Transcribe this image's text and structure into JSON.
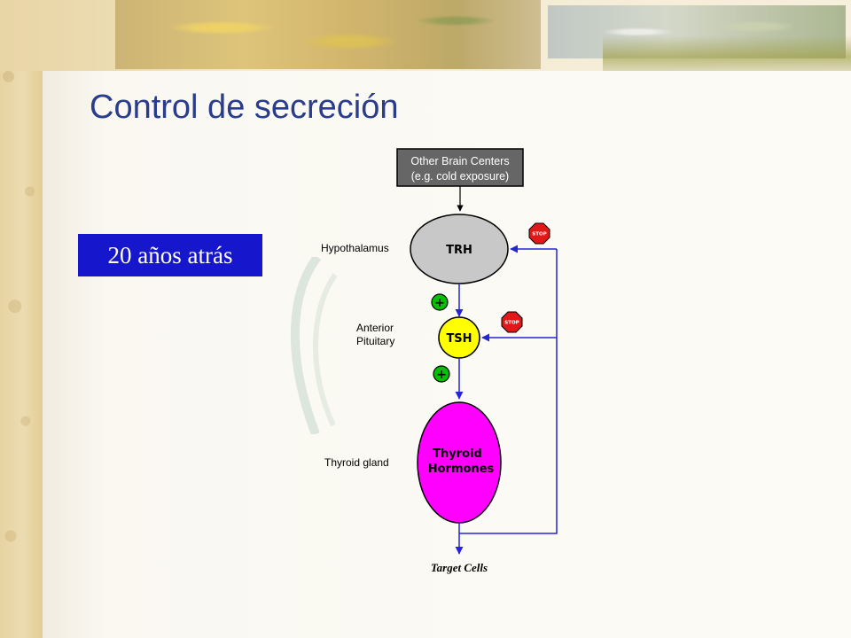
{
  "slide": {
    "title": "Control de secreción",
    "date_box": "20 años atrás"
  },
  "diagram": {
    "top_box_line1": "Other Brain Centers",
    "top_box_line2": "(e.g. cold exposure)",
    "labels": {
      "hypothalamus": "Hypothalamus",
      "anterior_pituitary_line1": "Anterior",
      "anterior_pituitary_line2": "Pituitary",
      "thyroid_gland": "Thyroid gland",
      "target_cells": "Target Cells"
    },
    "nodes": {
      "trh": "TRH",
      "tsh": "TSH",
      "hormones_line1": "Thyroid",
      "hormones_line2": "Hormones"
    },
    "stimulation_sign": "+",
    "stop_sign_text": "STOP",
    "colors": {
      "top_box": "#666666",
      "trh": "#c8c8c8",
      "tsh": "#ffff00",
      "hormones": "#ff00ff",
      "arrows": "#2424d8",
      "plus_sign": "#00c000",
      "stop_sign": "#e01818"
    }
  },
  "colors": {
    "title": "#2a3c8c",
    "date_box_bg": "#1616cc",
    "date_box_text": "#ffffff"
  }
}
